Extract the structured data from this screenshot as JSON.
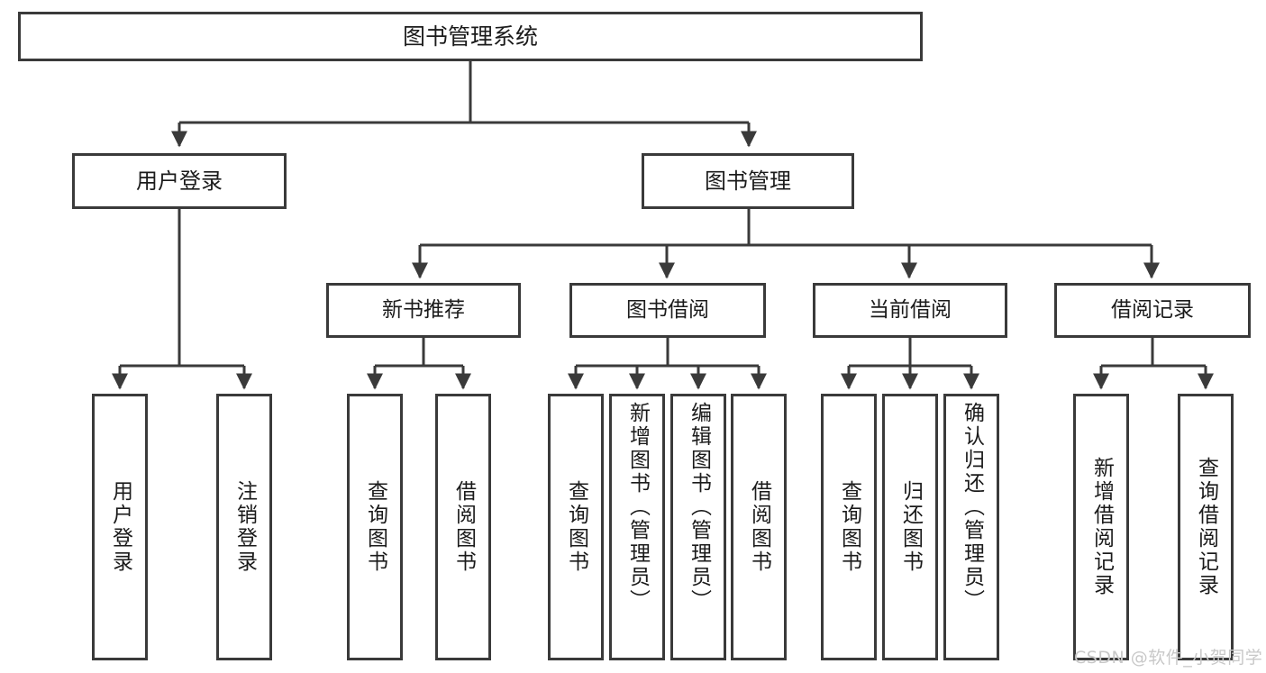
{
  "diagram": {
    "type": "tree",
    "title": "图书管理系统",
    "root": {
      "label": "图书管理系统"
    },
    "level1": [
      {
        "label": "用户登录"
      },
      {
        "label": "图书管理"
      }
    ],
    "level2": [
      {
        "label": "新书推荐"
      },
      {
        "label": "图书借阅"
      },
      {
        "label": "当前借阅"
      },
      {
        "label": "借阅记录"
      }
    ],
    "leaves": {
      "user_login": [
        {
          "label": "用户登录"
        },
        {
          "label": "注销登录"
        }
      ],
      "new_book_recommend": [
        {
          "label": "查询图书"
        },
        {
          "label": "借阅图书"
        }
      ],
      "book_borrow": [
        {
          "label": "查询图书"
        },
        {
          "label": "新增图书（管理员）"
        },
        {
          "label": "编辑图书（管理员）"
        },
        {
          "label": "借阅图书"
        }
      ],
      "current_borrow": [
        {
          "label": "查询图书"
        },
        {
          "label": "归还图书"
        },
        {
          "label": "确认归还（管理员）"
        }
      ],
      "borrow_record": [
        {
          "label": "新增借阅记录"
        },
        {
          "label": "查询借阅记录"
        }
      ]
    }
  },
  "watermark": {
    "text": "CSDN @软件_小贺同学"
  },
  "colors": {
    "stroke": "#3a3a3a",
    "background": "#ffffff",
    "text": "#1b1b1b",
    "watermark": "#c8c8c8"
  }
}
